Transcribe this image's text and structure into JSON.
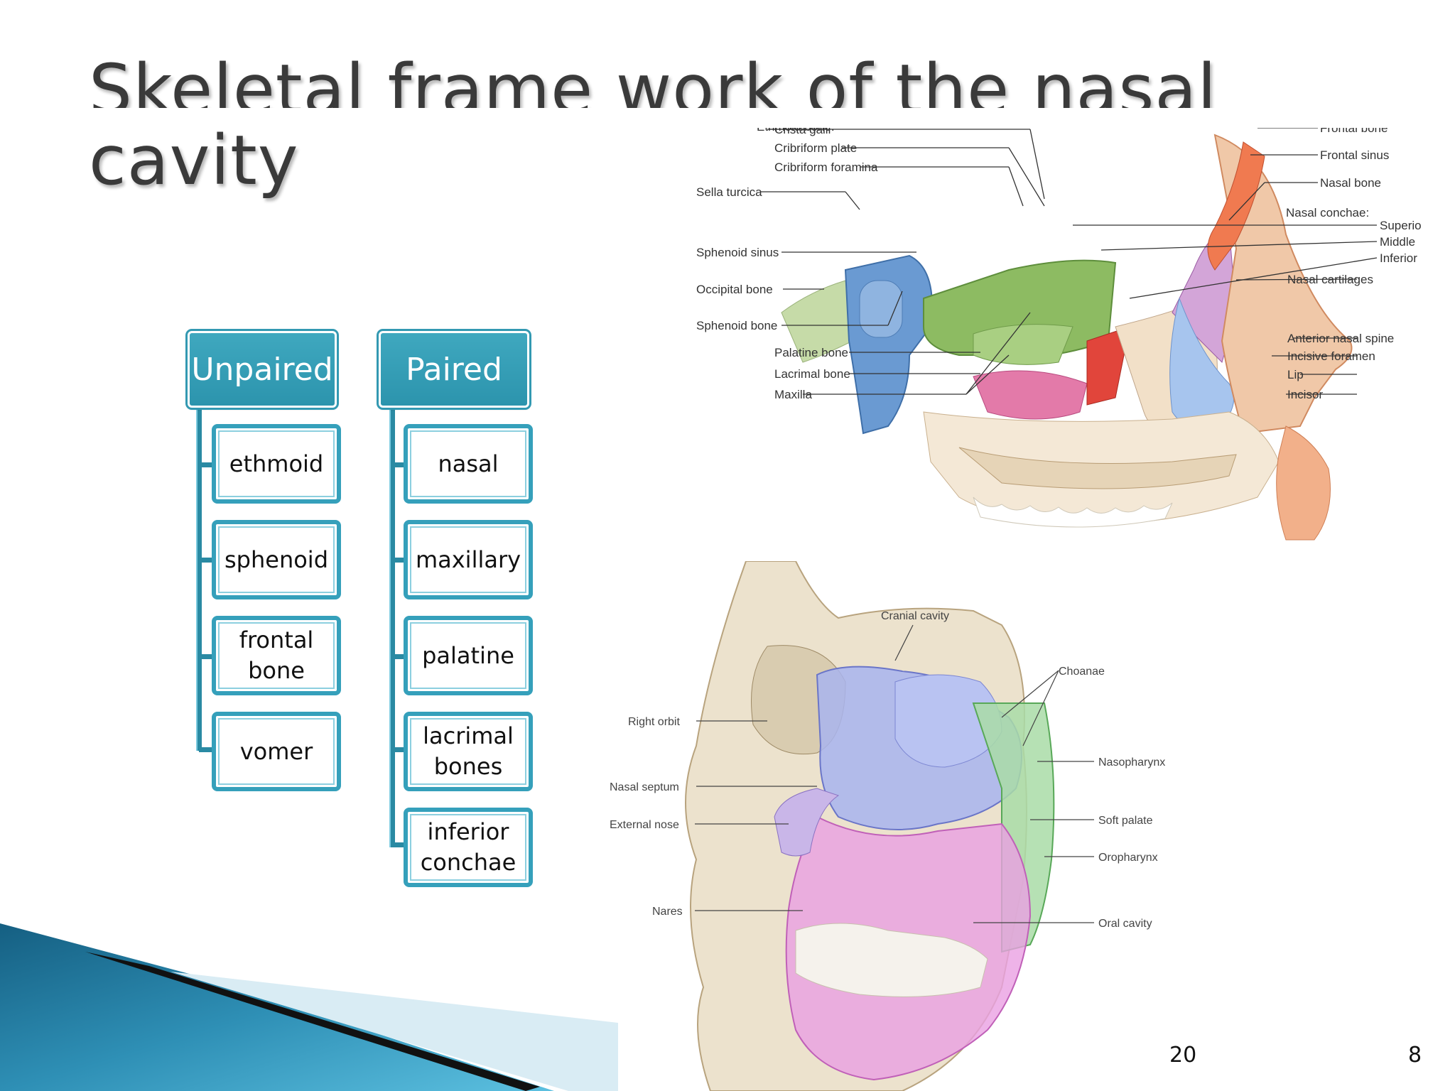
{
  "slide": {
    "title_line1": "Skeletal frame work of the nasal",
    "title_line2": "cavity",
    "date_fragment": "20",
    "page_number": "8"
  },
  "hierarchy": {
    "unpaired": {
      "header": "Unpaired",
      "items": [
        "ethmoid",
        "sphenoid",
        "frontal bone",
        "vomer"
      ]
    },
    "paired": {
      "header": "Paired",
      "items": [
        "nasal",
        "maxillary",
        "palatine",
        "lacrimal bones",
        "inferior conchae"
      ]
    }
  },
  "figure_top": {
    "labels_left": [
      "Ethmoid bone:",
      "Crista galli",
      "Cribriform plate",
      "Cribriform foramina",
      "Sella turcica",
      "Sphenoid sinus",
      "Occipital bone",
      "Sphenoid bone",
      "Palatine bone",
      "Lacrimal bone",
      "Maxilla"
    ],
    "labels_right": [
      "Frontal bone",
      "Frontal sinus",
      "Nasal bone",
      "Nasal conchae:",
      "Superior",
      "Middle",
      "Inferior",
      "Nasal cartilages",
      "Anterior nasal spine",
      "Incisive foramen",
      "Lip",
      "Incisor"
    ]
  },
  "figure_bottom": {
    "labels_left": [
      "Right orbit",
      "Nasal septum",
      "External nose",
      "Nares"
    ],
    "labels_top": [
      "Cranial cavity",
      "Choanae"
    ],
    "labels_right": [
      "Nasopharynx",
      "Soft palate",
      "Oropharynx",
      "Oral cavity"
    ]
  },
  "colors": {
    "title": "#3a3a3a",
    "smartart_fill": "#35a0bb",
    "accent_dark": "#1a6d8e"
  }
}
